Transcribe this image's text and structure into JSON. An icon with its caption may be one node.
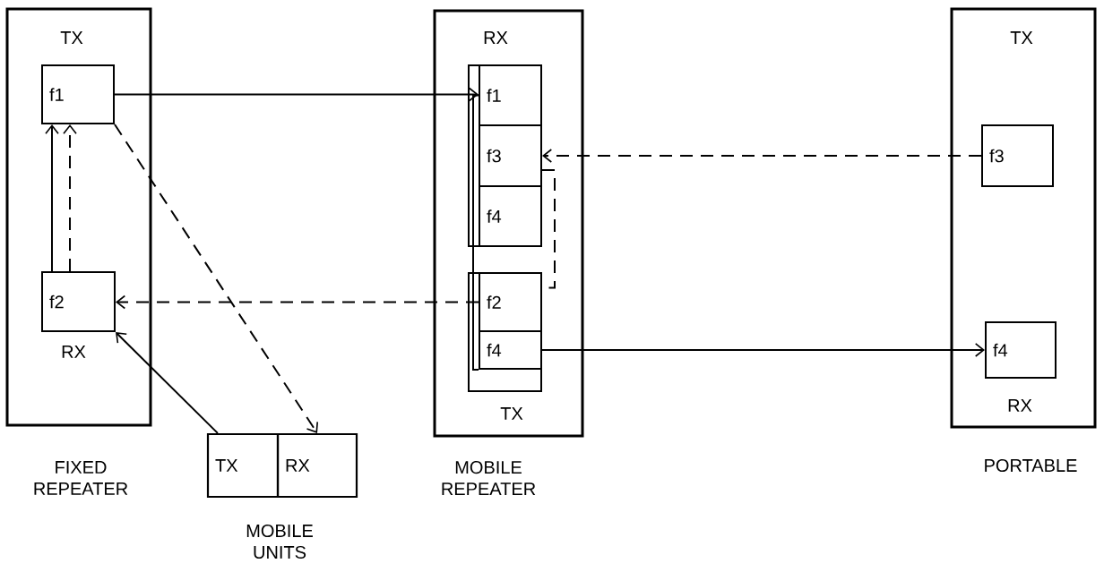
{
  "diagram": {
    "nodes": [
      {
        "text": [
          "TX",
          "RX"
        ],
        "beside": [
          "FIXED REPEATER"
        ]
      },
      {
        "text": [
          "f1"
        ],
        "in": 0
      },
      {
        "text": [
          "f2"
        ],
        "in": 0
      },
      {
        "text": [
          "TX"
        ]
      },
      {
        "text": [
          "RX"
        ]
      },
      {
        "text": [
          "RX",
          "TX"
        ],
        "beside": [
          "MOBILE REPEATER"
        ]
      },
      {
        "text": [],
        "shape": "box",
        "in": 5
      },
      {
        "text": [
          "f1"
        ],
        "in": 6
      },
      {
        "text": [
          "f3"
        ],
        "in": 6
      },
      {
        "text": [
          "f4"
        ],
        "in": 6
      },
      {
        "text": [],
        "shape": "box",
        "in": 5
      },
      {
        "text": [
          "f2"
        ],
        "in": 10
      },
      {
        "text": [
          "f4"
        ],
        "in": 10
      },
      {
        "text": [
          "TX",
          "RX"
        ],
        "beside": [
          "PORTABLE"
        ]
      },
      {
        "text": [
          "f3"
        ],
        "in": 13
      },
      {
        "text": [
          "f4"
        ],
        "in": 13
      }
    ],
    "edges": [
      {
        "from": 1,
        "to": 7,
        "arrow": "to"
      },
      {
        "from": 14,
        "to": 8,
        "arrow": "to",
        "style": "dashed"
      },
      {
        "from": 8,
        "to": 11,
        "arrow": "none",
        "style": "dashed"
      },
      {
        "from": 11,
        "to": 2,
        "arrow": "to",
        "style": "dashed"
      },
      {
        "from": 3,
        "to": 2,
        "arrow": "to"
      },
      {
        "from": 2,
        "to": 1,
        "arrow": "to"
      },
      {
        "from": 2,
        "to": 1,
        "arrow": "to",
        "style": "dashed"
      },
      {
        "from": 1,
        "to": 4,
        "arrow": "to",
        "style": "dashed"
      },
      {
        "from": 7,
        "to": 12,
        "arrow": "none"
      },
      {
        "from": 12,
        "to": 15,
        "arrow": "to"
      }
    ],
    "labels": [
      "MOBILE UNITS"
    ]
  }
}
